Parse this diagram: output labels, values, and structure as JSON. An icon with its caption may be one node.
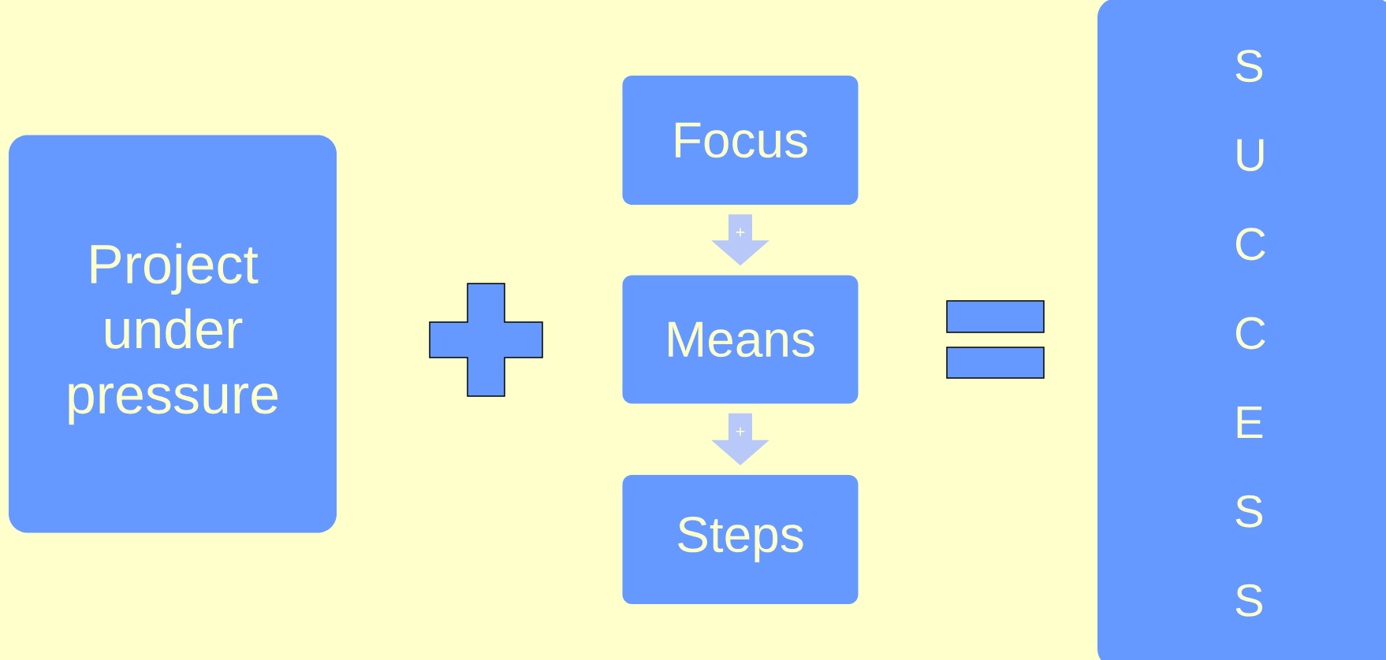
{
  "diagram": {
    "nodes": [
      {
        "text": [
          "Project under pressure"
        ]
      },
      {
        "text": [
          "Focus"
        ]
      },
      {
        "text": [
          "Means"
        ]
      },
      {
        "text": [
          "Steps"
        ]
      },
      {
        "text": [
          "S U C C E S S"
        ]
      },
      {
        "text": [],
        "shape": "plus"
      },
      {
        "text": [],
        "shape": "equals"
      }
    ],
    "edges": [
      {
        "from": 1,
        "to": 2,
        "arrow": "to",
        "label": "+"
      },
      {
        "from": 2,
        "to": 3,
        "arrow": "to",
        "label": "+"
      }
    ]
  }
}
